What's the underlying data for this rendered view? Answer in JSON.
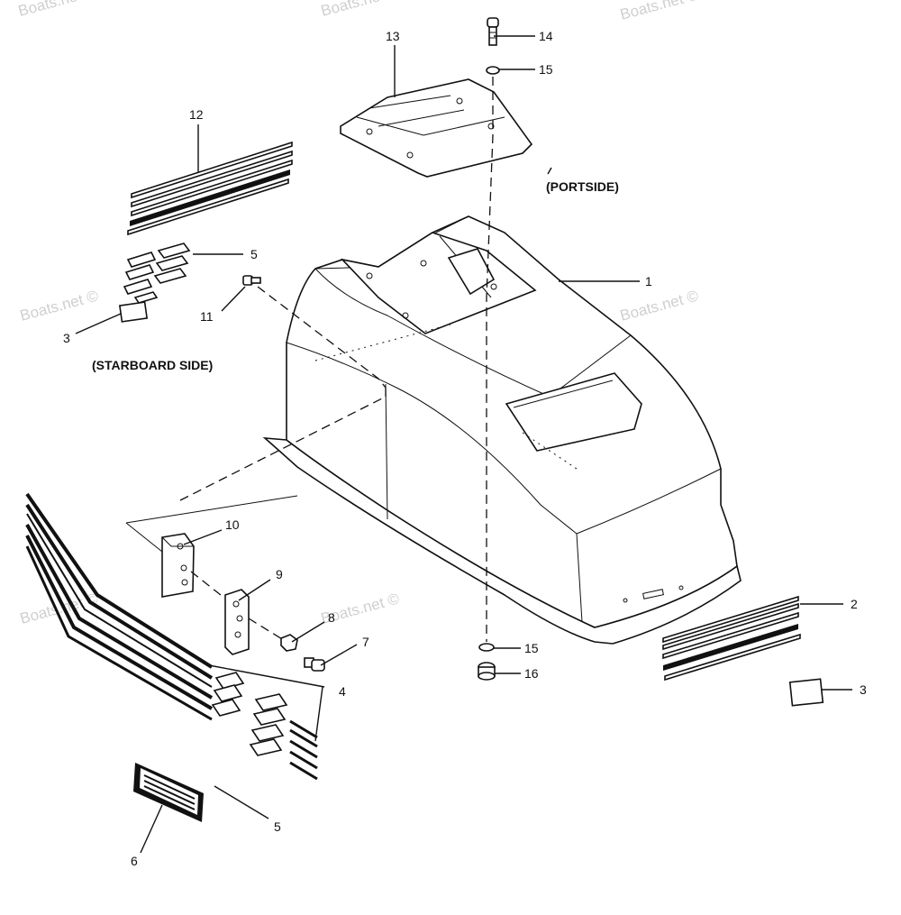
{
  "watermark": "Boats.net ©",
  "labels": {
    "l1": "1",
    "l2": "2",
    "l3a": "3",
    "l3b": "3",
    "l4": "4",
    "l5a": "5",
    "l5b": "5",
    "l6": "6",
    "l7": "7",
    "l8": "8",
    "l9": "9",
    "l10": "10",
    "l11": "11",
    "l12": "12",
    "l13": "13",
    "l14": "14",
    "l15a": "15",
    "l15b": "15",
    "l16": "16"
  },
  "side_labels": {
    "portside": "(PORTSIDE)",
    "starboard": "(STARBOARD SIDE)"
  }
}
